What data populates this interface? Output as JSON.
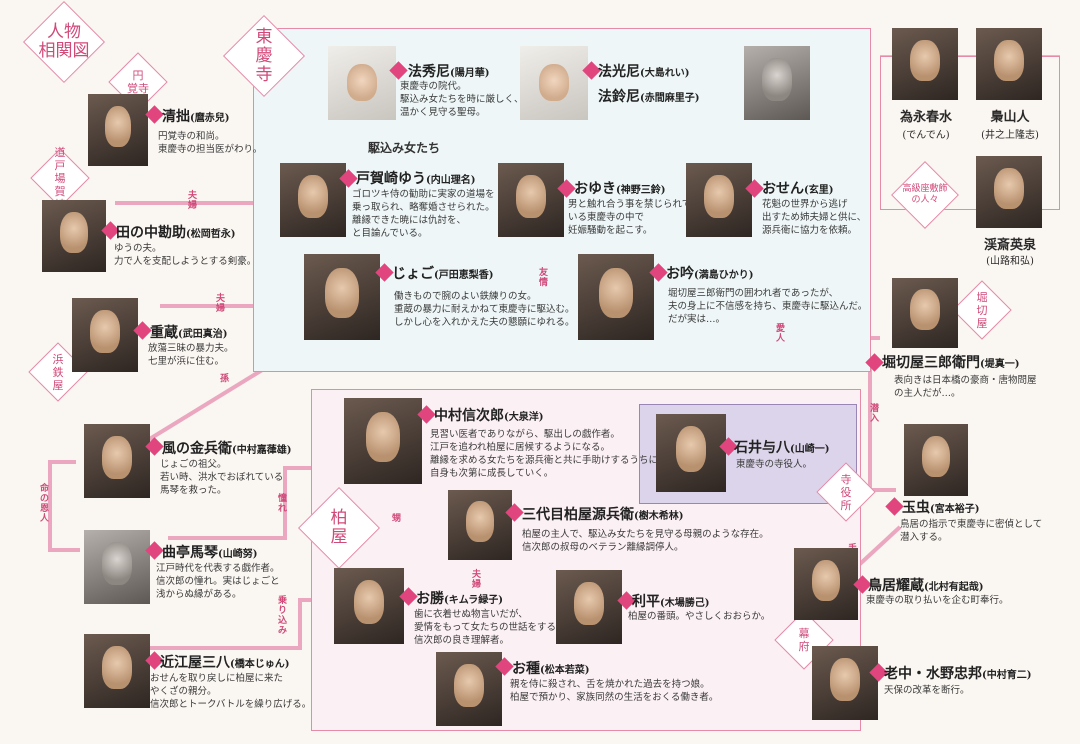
{
  "chart_title": "人物\n相関図",
  "groups": {
    "temple": "東\n慶\n寺",
    "kashiwa": "柏\n屋",
    "entouji": "円\n覚寺",
    "dougaba": "道\n戸\n場\n賀\n崎",
    "hamatetsu": "浜\n鉄\n屋",
    "horikiriya": "堀\n切\n屋",
    "jiyakusho": "寺\n役\n所",
    "bakufu": "幕\n府",
    "guild": "高級座敷飾\nの人々",
    "kakekomi": "駆込み女たち"
  },
  "people": {
    "hoshuuni": {
      "name": "法秀尼",
      "actor": "(陽月華)",
      "desc": "東慶寺の院代。\n駆込み女たちを時に厳しく、\n温かく見守る聖母。"
    },
    "hokoni": {
      "name": "法光尼",
      "actor": "(大島れい)"
    },
    "horeini": {
      "name": "法鈴尼",
      "actor": "(赤間麻里子)"
    },
    "seisetsu": {
      "name": "清拙",
      "actor": "(麿赤兒)",
      "desc": "円覚寺の和尚。\n東慶寺の担当医がわり。"
    },
    "tanaka": {
      "name": "田の中勘助",
      "actor": "(松岡哲永)",
      "desc": "ゆうの夫。\n力で人を支配しようとする剣豪。"
    },
    "juzo": {
      "name": "重蔵",
      "actor": "(武田真治)",
      "desc": "放蕩三昧の暴力夫。\n七里が浜に住む。"
    },
    "yu": {
      "name": "戸賀崎ゆう",
      "actor": "(内山理名)",
      "desc": "ゴロツキ侍の勧助に実家の道場を\n乗っ取られ、略奪婚させられた。\n離縁できた暁には仇討を、\nと目論んでいる。"
    },
    "oyuki": {
      "name": "おゆき",
      "actor": "(神野三鈴)",
      "desc": "男と触れ合う事を禁じられて\nいる東慶寺の中で\n妊娠騒動を起こす。"
    },
    "osen": {
      "name": "おせん",
      "actor": "(玄里)",
      "desc": "花魁の世界から逃げ\n出すため姉夫婦と供に、\n源兵衛に協力を依頼。"
    },
    "jogo": {
      "name": "じょご",
      "actor": "(戸田恵梨香)",
      "desc": "働きもので腕のよい鉄練りの女。\n重蔵の暴力に耐えかねて東慶寺に駆込む。\nしかし心を入れかえた夫の懇願にゆれる。"
    },
    "ogin": {
      "name": "お吟",
      "actor": "(満島ひかり)",
      "desc": "堀切屋三郎衛門の囲われ者であったが、\n夫の身上に不信感を持ち、東慶寺に駆込んだ。\nだが実は…。"
    },
    "tamenaga": {
      "name": "為永春水",
      "actor": "(でんでん)"
    },
    "kyozan": {
      "name": "梟山人",
      "actor": "(井之上隆志)"
    },
    "keisai": {
      "name": "渓斎英泉",
      "actor": "(山路和弘)"
    },
    "horikiri": {
      "name": "堀切屋三郎衛門",
      "actor": "(堤真一)",
      "desc": "表向きは日本橋の豪商・唐物問屋\nの主人だが…。"
    },
    "kinbei": {
      "name": "風の金兵衛",
      "actor": "(中村嘉葎雄)",
      "desc": "じょごの祖父。\n若い時、洪水でおぼれている\n馬琴を救った。"
    },
    "shinjiro": {
      "name": "中村信次郎",
      "actor": "(大泉洋)",
      "desc": "見習い医者でありながら、駆出しの戯作者。\n江戸を追われ柏屋に居候するようになる。\n離縁を求める女たちを源兵衛と共に手助けするうちに\n自身も次第に成長していく。"
    },
    "ishii": {
      "name": "石井与八",
      "actor": "(山崎一)",
      "desc": "東慶寺の寺役人。"
    },
    "bakin": {
      "name": "曲亭馬琴",
      "actor": "(山崎努)",
      "desc": "江戸時代を代表する戯作者。\n信次郎の憧れ。実はじょごと\n浅からぬ縁がある。"
    },
    "genbei": {
      "name": "三代目柏屋源兵衛",
      "actor": "(樹木希林)",
      "desc": "柏屋の主人で、駆込み女たちを見守る母親のような存在。\n信次郎の叔母のベテラン離縁調停人。"
    },
    "tamamushi": {
      "name": "玉虫",
      "actor": "(宮本裕子)",
      "desc": "鳥居の指示で東慶寺に密偵として\n潜入する。"
    },
    "okatsu": {
      "name": "お勝",
      "actor": "(キムラ緑子)",
      "desc": "歯に衣着せぬ物言いだが、\n愛情をもって女たちの世話をする。\n信次郎の良き理解者。"
    },
    "rihei": {
      "name": "利平",
      "actor": "(木場勝己)",
      "desc": "柏屋の番頭。やさしくおおらか。"
    },
    "torii": {
      "name": "鳥居耀蔵",
      "actor": "(北村有起哉)",
      "desc": "東慶寺の取り払いを企む町奉行。"
    },
    "omi": {
      "name": "近江屋三八",
      "actor": "(橋本じゅん)",
      "desc": "おせんを取り戻しに柏屋に来た\nやくざの親分。\n信次郎とトークバトルを繰り広げる。"
    },
    "otane": {
      "name": "お種",
      "actor": "(松本若菜)",
      "desc": "親を侍に殺され、舌を焼かれた過去を持つ娘。\n柏屋で預かり、家族同然の生活をおくる働き者。"
    },
    "mizuno": {
      "name": "老中・水野忠邦",
      "actor": "(中村育二)",
      "desc": "天保の改革を断行。"
    }
  },
  "relations": {
    "fufu1": "夫\n婦",
    "fufu2": "夫\n婦",
    "fufu3": "夫\n婦",
    "yujo": "友\n情",
    "aijin": "愛\n人",
    "mago": "孫",
    "inochi": "命\nの\n恩\n人",
    "akogare": "憧\nれ",
    "oi": "甥",
    "norikomi": "乗\nり\n込\nみ",
    "sennyu": "潜\n入",
    "teshita": "手\n下"
  }
}
